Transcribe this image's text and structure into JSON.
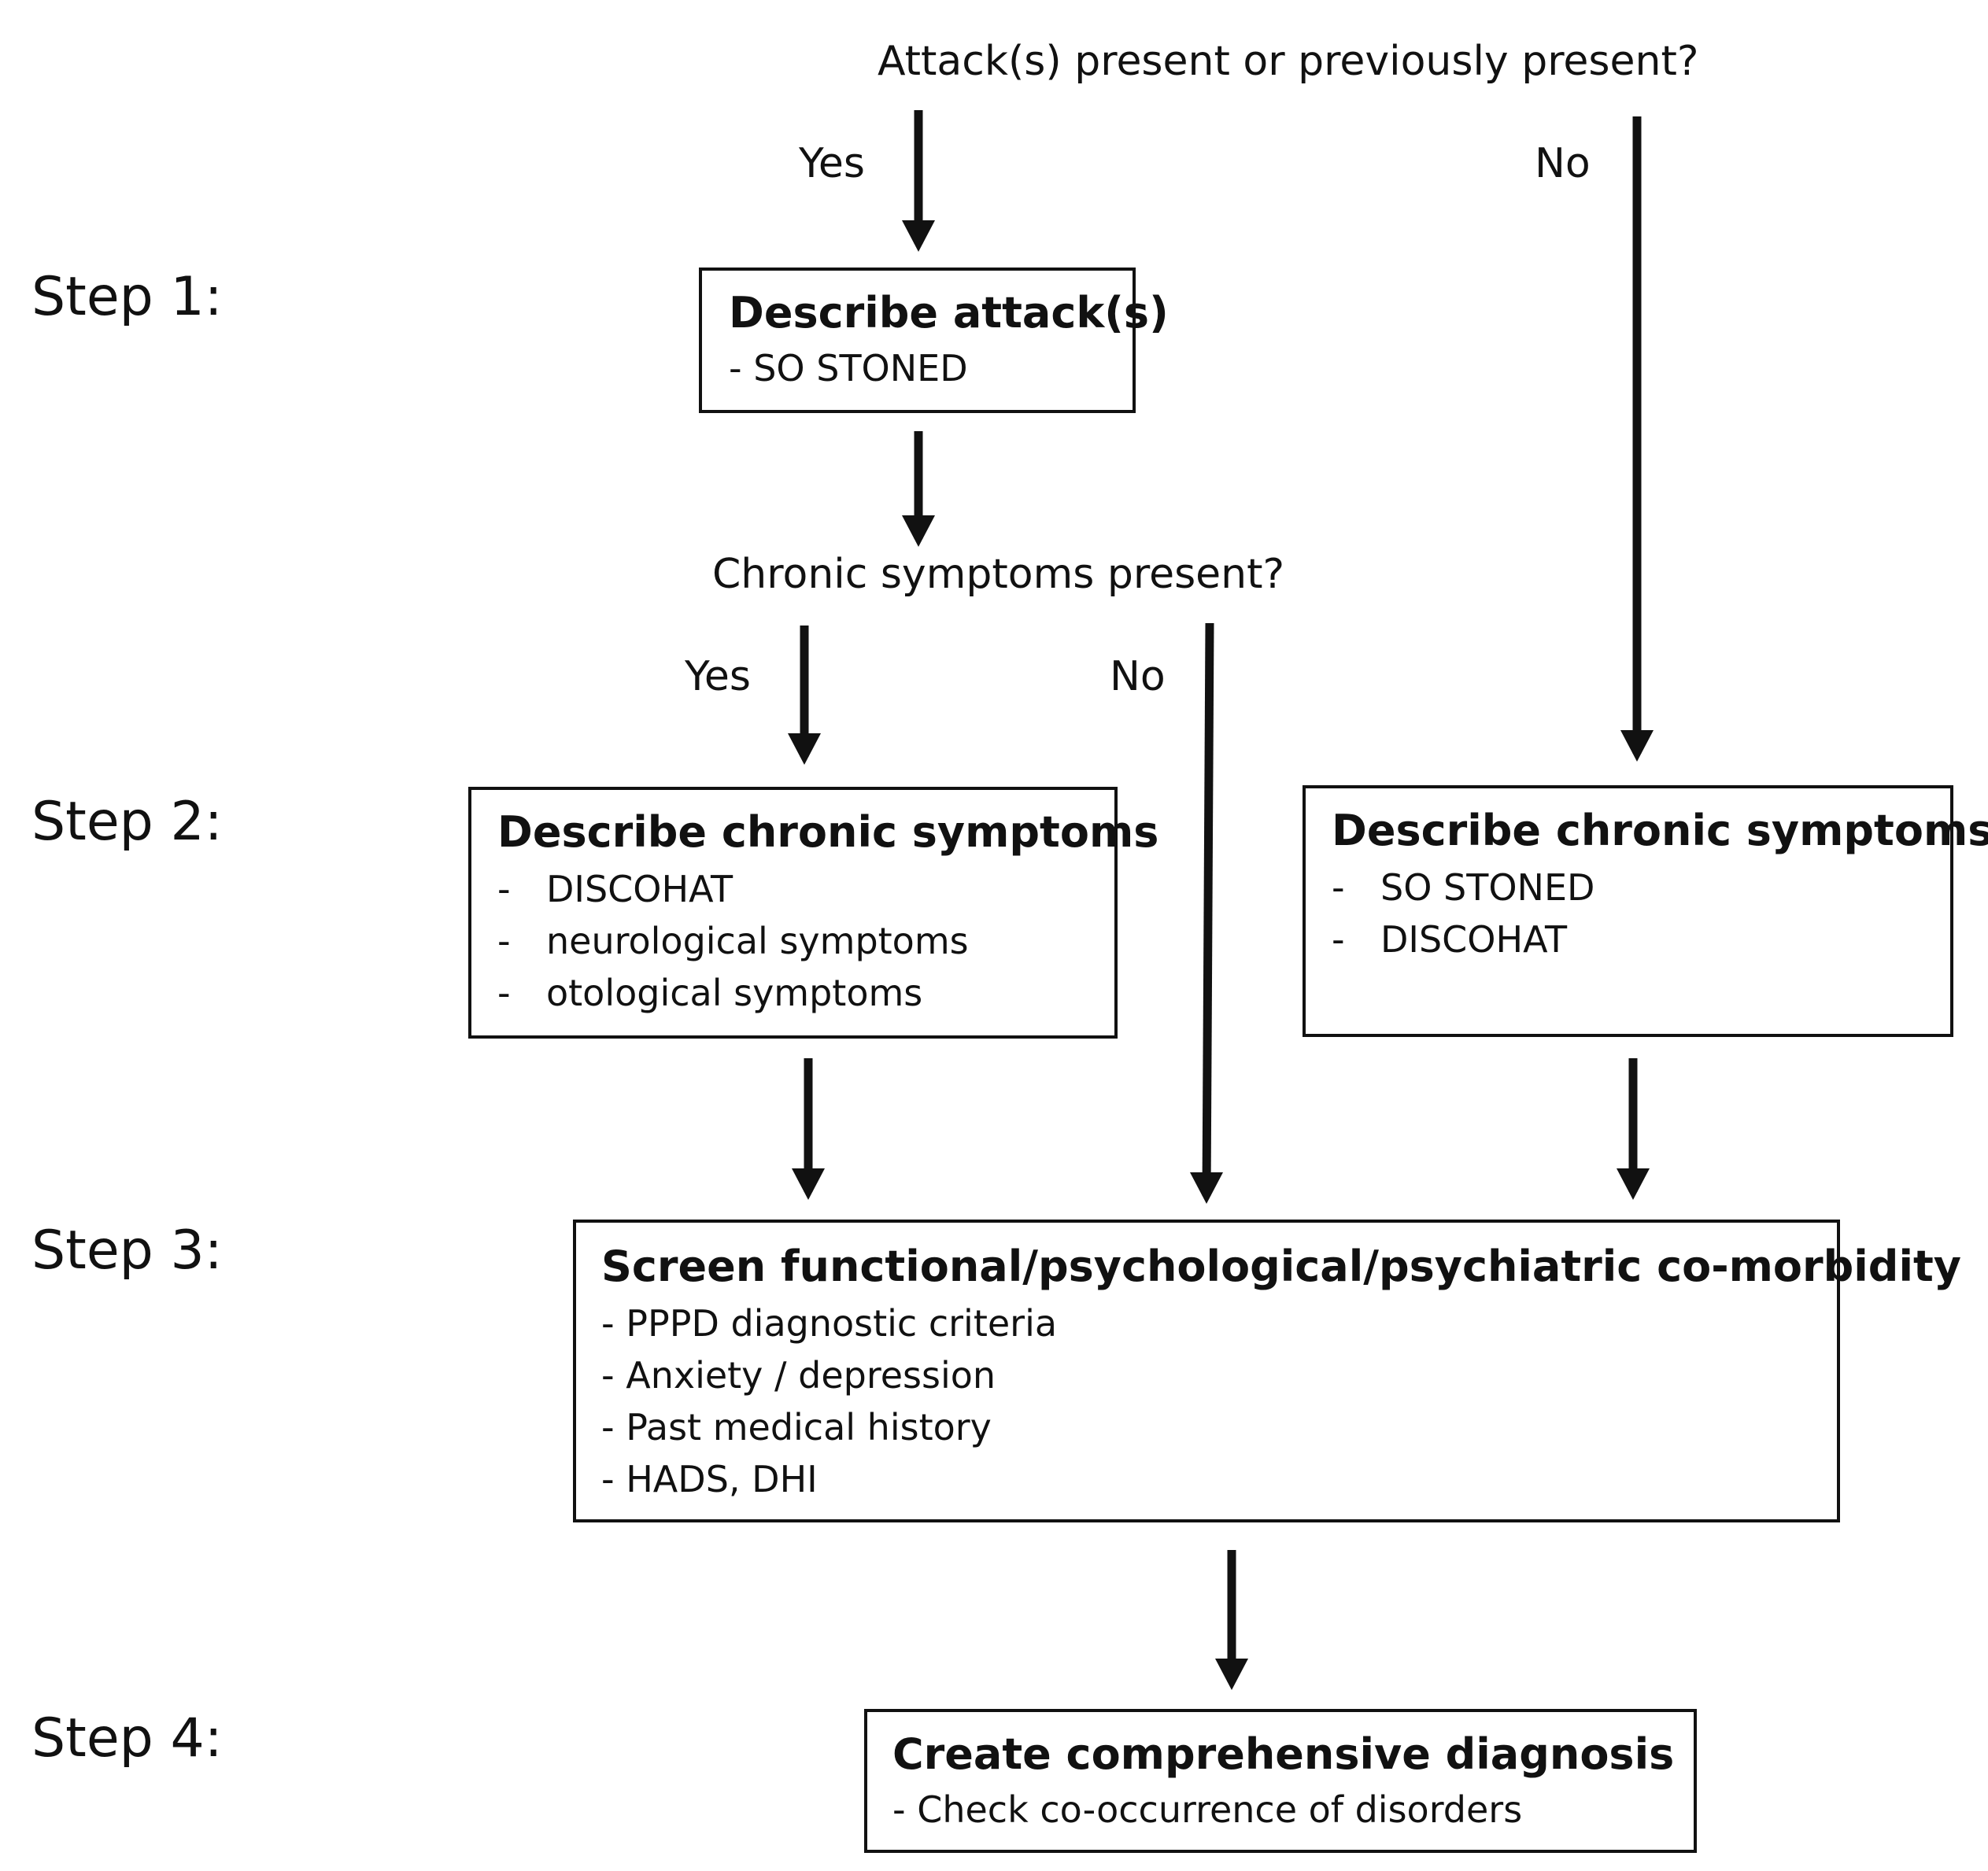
{
  "questions": {
    "attack": "Attack(s) present or previously present?",
    "chronic": "Chronic symptoms present?"
  },
  "branch_labels": {
    "attack_yes": "Yes",
    "attack_no": "No",
    "chronic_yes": "Yes",
    "chronic_no": "No"
  },
  "steps": {
    "step1": "Step 1:",
    "step2": "Step 2:",
    "step3": "Step 3:",
    "step4": "Step 4:"
  },
  "boxes": {
    "describe_attacks": {
      "title": "Describe attack(s)",
      "items": [
        "- SO STONED"
      ]
    },
    "describe_chronic_left": {
      "title": "Describe chronic symptoms",
      "dash": "-",
      "items": [
        "DISCOHAT",
        "neurological symptoms",
        "otological symptoms"
      ]
    },
    "describe_chronic_right": {
      "title": "Describe chronic symptoms",
      "dash": "-",
      "items": [
        "SO STONED",
        "DISCOHAT"
      ]
    },
    "screen": {
      "title": "Screen functional/psychological/psychiatric co-morbidity",
      "items": [
        "- PPPD diagnostic criteria",
        "- Anxiety / depression",
        "- Past medical history",
        "- HADS, DHI"
      ]
    },
    "diagnosis": {
      "title": "Create comprehensive diagnosis",
      "items": [
        "- Check co-occurrence of disorders"
      ]
    }
  }
}
